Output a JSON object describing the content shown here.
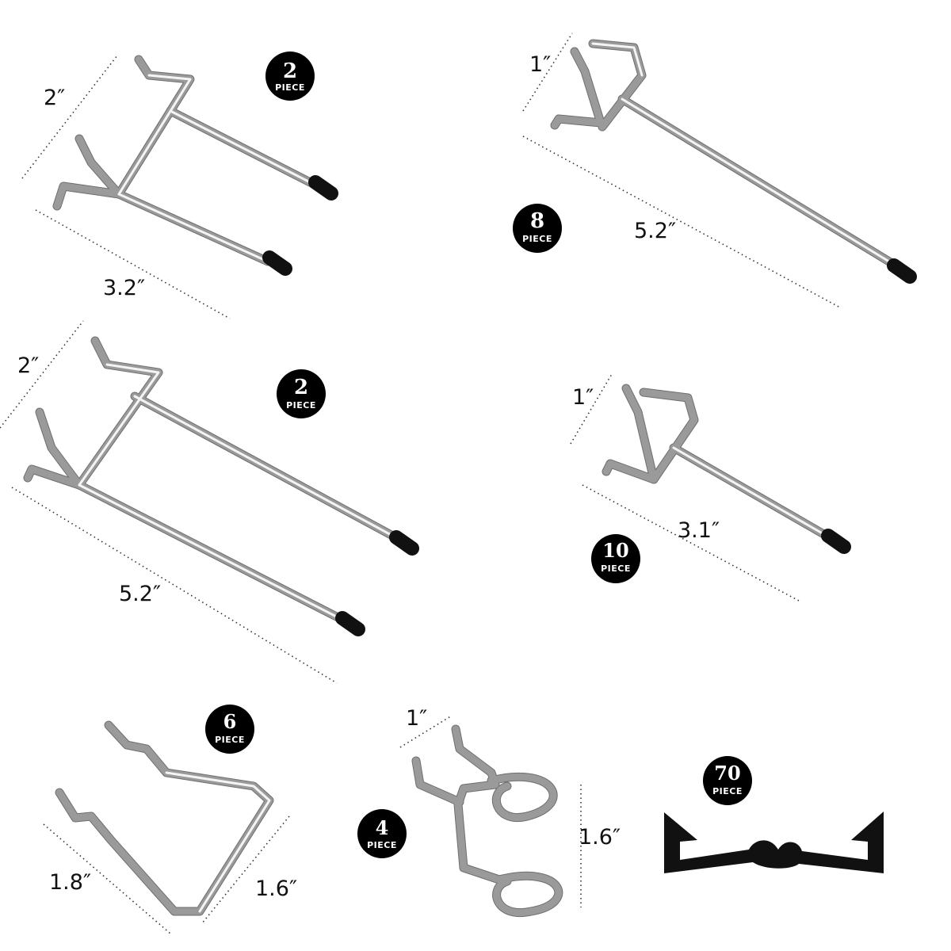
{
  "items": [
    {
      "id": "hook-double-short",
      "count": "2",
      "unit": "PIECE",
      "dims": [
        "2″",
        "3.2″"
      ]
    },
    {
      "id": "hook-single-long",
      "count": "8",
      "unit": "PIECE",
      "dims": [
        "1″",
        "5.2″"
      ]
    },
    {
      "id": "hook-double-long",
      "count": "2",
      "unit": "PIECE",
      "dims": [
        "2″",
        "5.2″"
      ]
    },
    {
      "id": "hook-single-short",
      "count": "10",
      "unit": "PIECE",
      "dims": [
        "1″",
        "3.1″"
      ]
    },
    {
      "id": "hook-u-shape",
      "count": "6",
      "unit": "PIECE",
      "dims": [
        "1.8″",
        "1.6″"
      ]
    },
    {
      "id": "hook-ring-holder",
      "count": "4",
      "unit": "PIECE",
      "dims": [
        "1″",
        "1.6″"
      ]
    },
    {
      "id": "hook-lock-clip",
      "count": "70",
      "unit": "PIECE",
      "dims": []
    }
  ],
  "colors": {
    "wire": "#9a9a9a",
    "cap": "#111111",
    "badge": "#000000",
    "background": "#ffffff"
  }
}
